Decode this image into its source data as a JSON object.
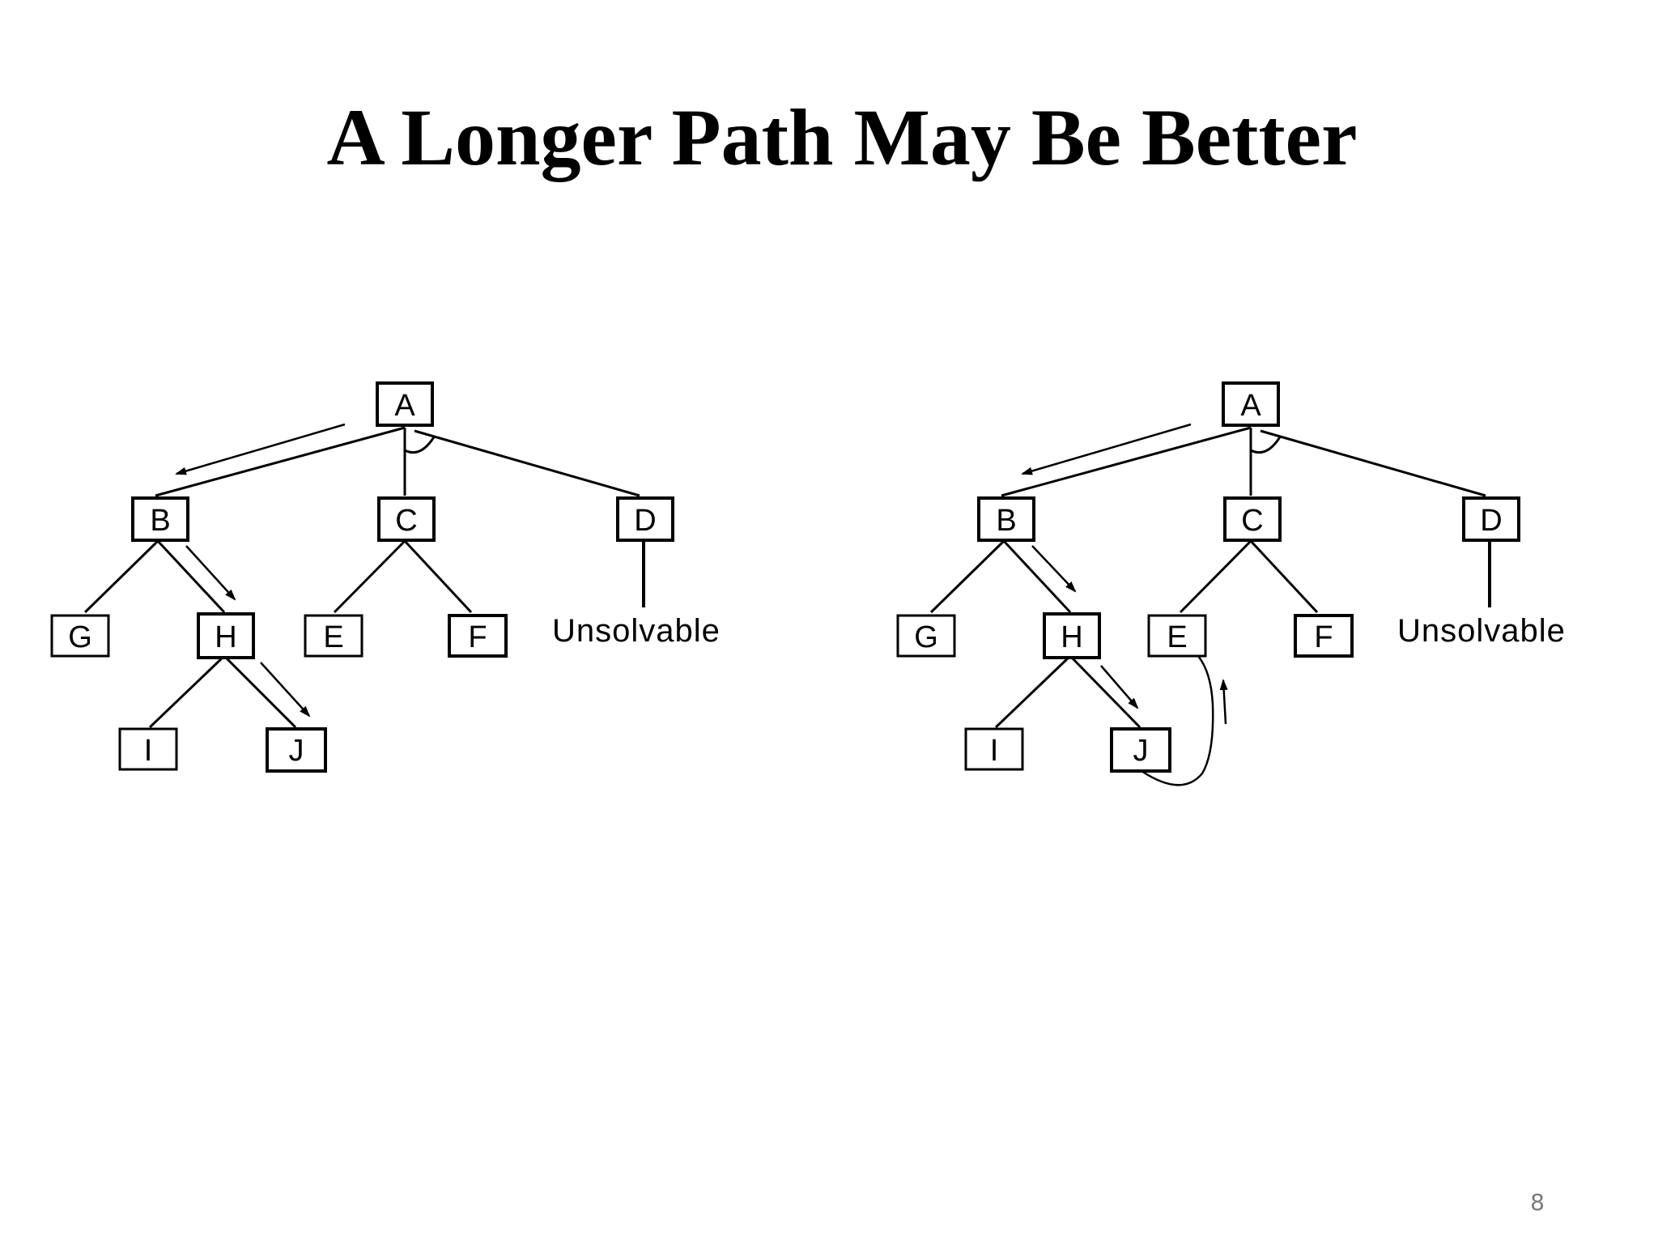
{
  "slide": {
    "title": "A Longer Path May Be Better",
    "page_number": "8"
  },
  "colors": {
    "background": "#ffffff",
    "ink": "#000000",
    "page_number": "#7a7a7a"
  },
  "left_tree": {
    "nodes": {
      "A": "A",
      "B": "B",
      "C": "C",
      "D": "D",
      "G": "G",
      "H": "H",
      "E": "E",
      "F": "F",
      "I": "I",
      "J": "J"
    },
    "unsolvable_label": "Unsolvable"
  },
  "right_tree": {
    "nodes": {
      "A": "A",
      "B": "B",
      "C": "C",
      "D": "D",
      "G": "G",
      "H": "H",
      "E": "E",
      "F": "F",
      "I": "I",
      "J": "J"
    },
    "unsolvable_label": "Unsolvable"
  }
}
